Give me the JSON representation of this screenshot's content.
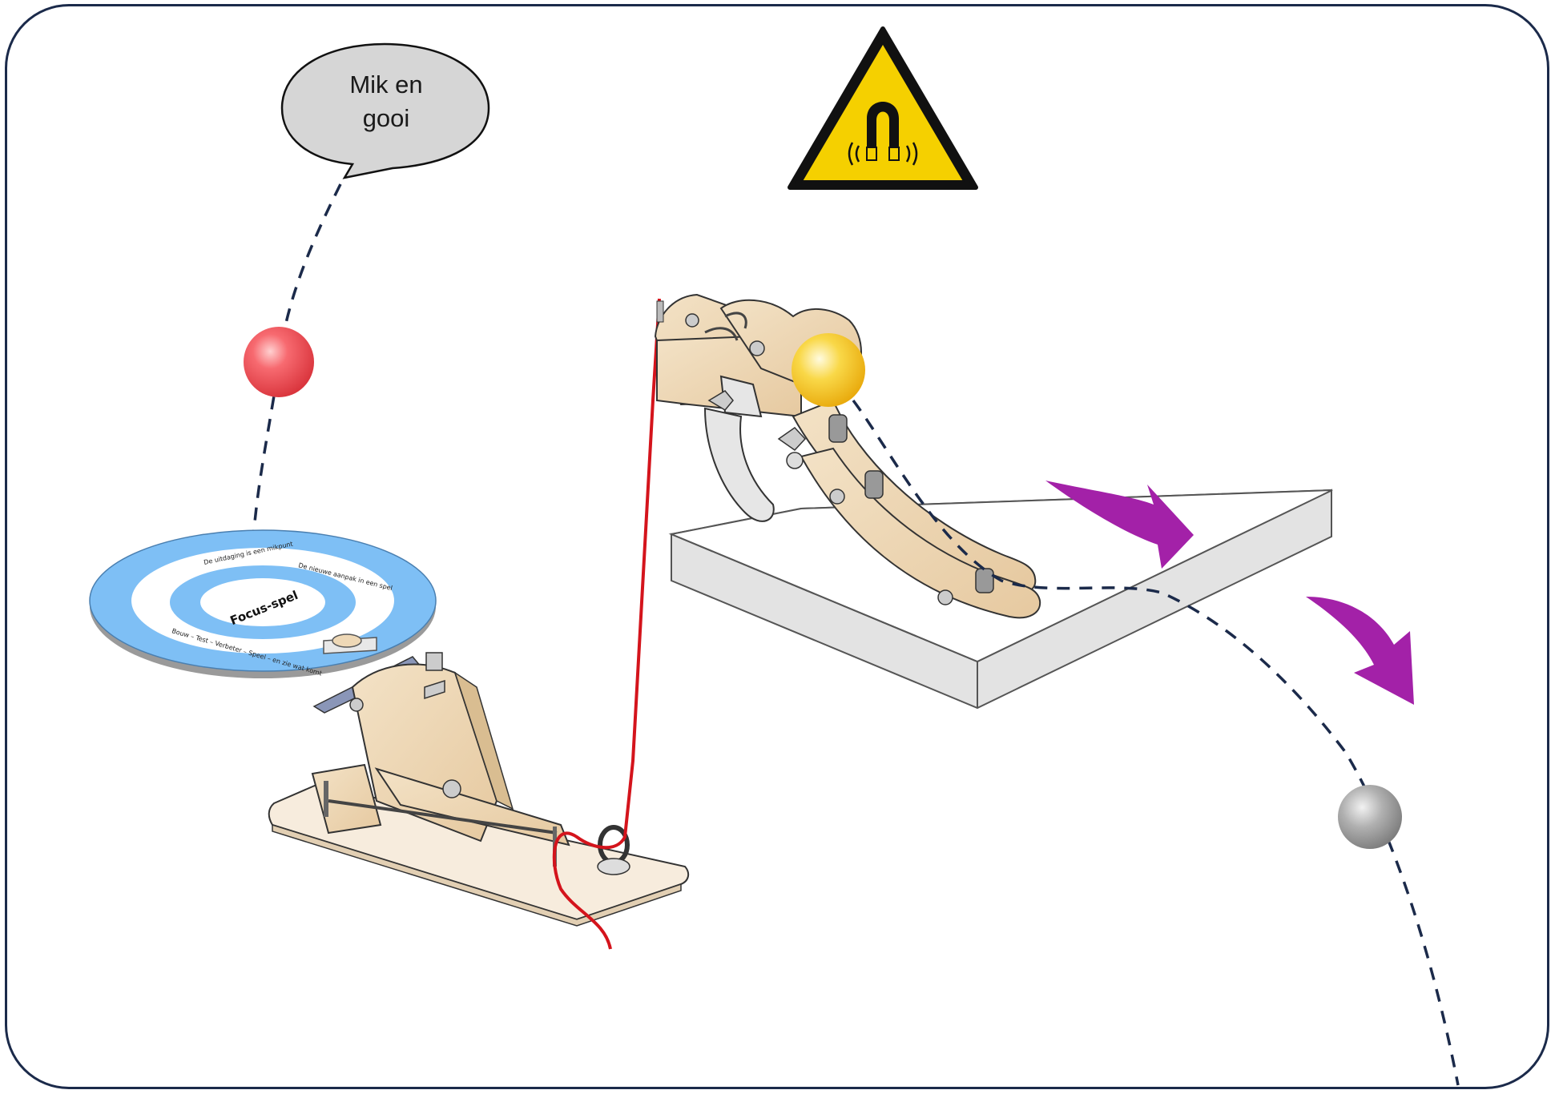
{
  "speech_bubble": {
    "line1": "Mik en",
    "line2": "gooi"
  },
  "target_disc": {
    "center_title": "Focus-spel",
    "ring_text_1": "De uitdaging is een mikpunt",
    "ring_text_2": "De nieuwe aanpak in een spel",
    "ring_text_3": "Bouw – Test – Verbeter – Speel – en zie wat komt"
  },
  "warning_sign": {
    "icon": "magnet-warning-icon",
    "fill": "#f5d000",
    "border": "#111111"
  },
  "colors": {
    "frame": "#1b2a4a",
    "dashed_path": "#1b2a4a",
    "string": "#d4141c",
    "arrows": "#a321a8",
    "red_ball": "#f0525a",
    "yellow_ball": "#f7c829",
    "grey_ball": "#a9a9a9",
    "disc_blue": "#7ebff5",
    "wood": "#eed8b6"
  }
}
